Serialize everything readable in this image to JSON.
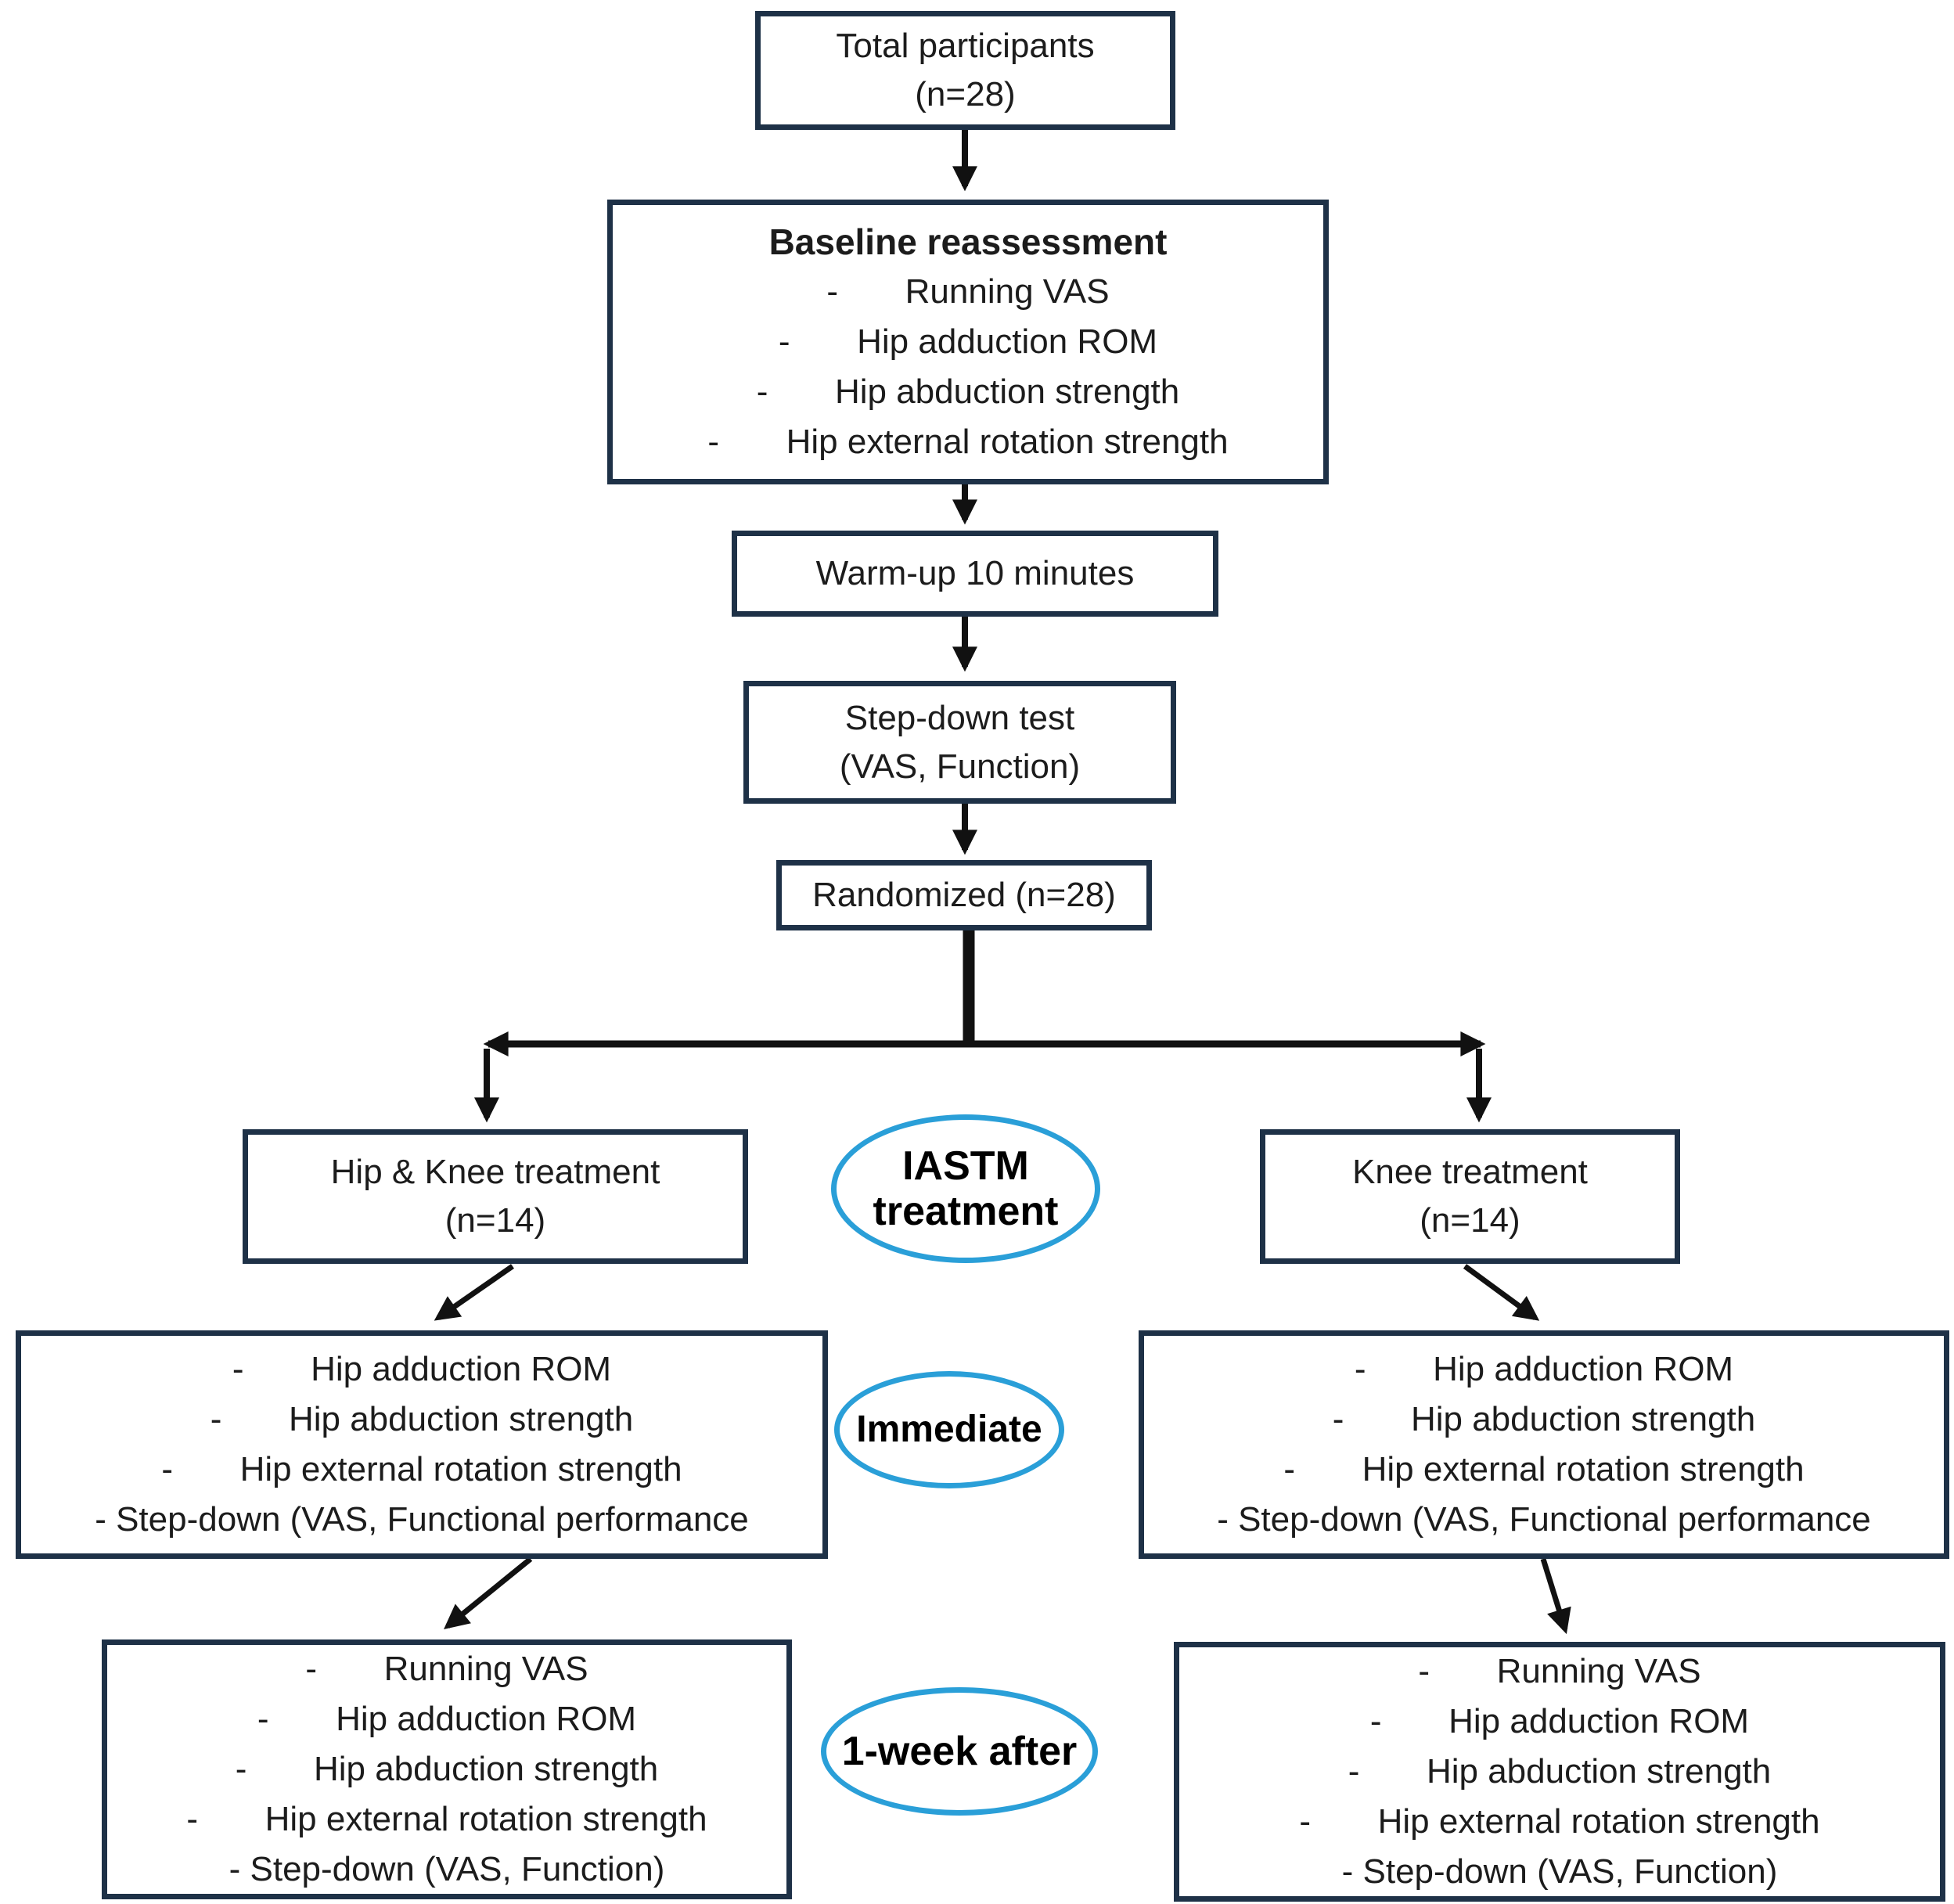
{
  "colors": {
    "box_border": "#1e3147",
    "ellipse_border": "#2a9fd8",
    "arrow": "#111111",
    "text": "#1c1c1c",
    "background": "#ffffff"
  },
  "nodes": {
    "total": {
      "line1": "Total participants",
      "line2": "(n=28)"
    },
    "baseline": {
      "title": "Baseline reassessment",
      "items": [
        "-       Running VAS",
        "-       Hip adduction ROM",
        "-       Hip abduction strength",
        "-       Hip external rotation strength"
      ]
    },
    "warmup": {
      "label": "Warm-up 10 minutes"
    },
    "stepdown": {
      "line1": "Step-down test",
      "line2": "(VAS, Function)"
    },
    "randomized": {
      "label": "Randomized (n=28)"
    },
    "left_group": {
      "line1": "Hip & Knee treatment",
      "line2": "(n=14)"
    },
    "right_group": {
      "line1": "Knee treatment",
      "line2": "(n=14)"
    },
    "immediate_left": {
      "items": [
        "-       Hip adduction ROM",
        "-       Hip abduction strength",
        "-       Hip external rotation strength",
        "- Step-down (VAS, Functional performance"
      ]
    },
    "immediate_right": {
      "items": [
        "-       Hip adduction ROM",
        "-       Hip abduction strength",
        "-       Hip external rotation strength",
        "- Step-down (VAS, Functional performance"
      ]
    },
    "week_left": {
      "items": [
        "-       Running VAS",
        "-       Hip adduction ROM",
        "-       Hip abduction strength",
        "-       Hip external rotation strength",
        "- Step-down (VAS, Function)"
      ]
    },
    "week_right": {
      "items": [
        "-       Running VAS",
        "-       Hip adduction ROM",
        "-       Hip abduction strength",
        "-       Hip external rotation strength",
        "- Step-down (VAS, Function)"
      ]
    },
    "ellipse_iastm": {
      "line1": "IASTM",
      "line2": "treatment"
    },
    "ellipse_immediate": {
      "label": "Immediate"
    },
    "ellipse_week": {
      "label": "1-week after"
    }
  }
}
